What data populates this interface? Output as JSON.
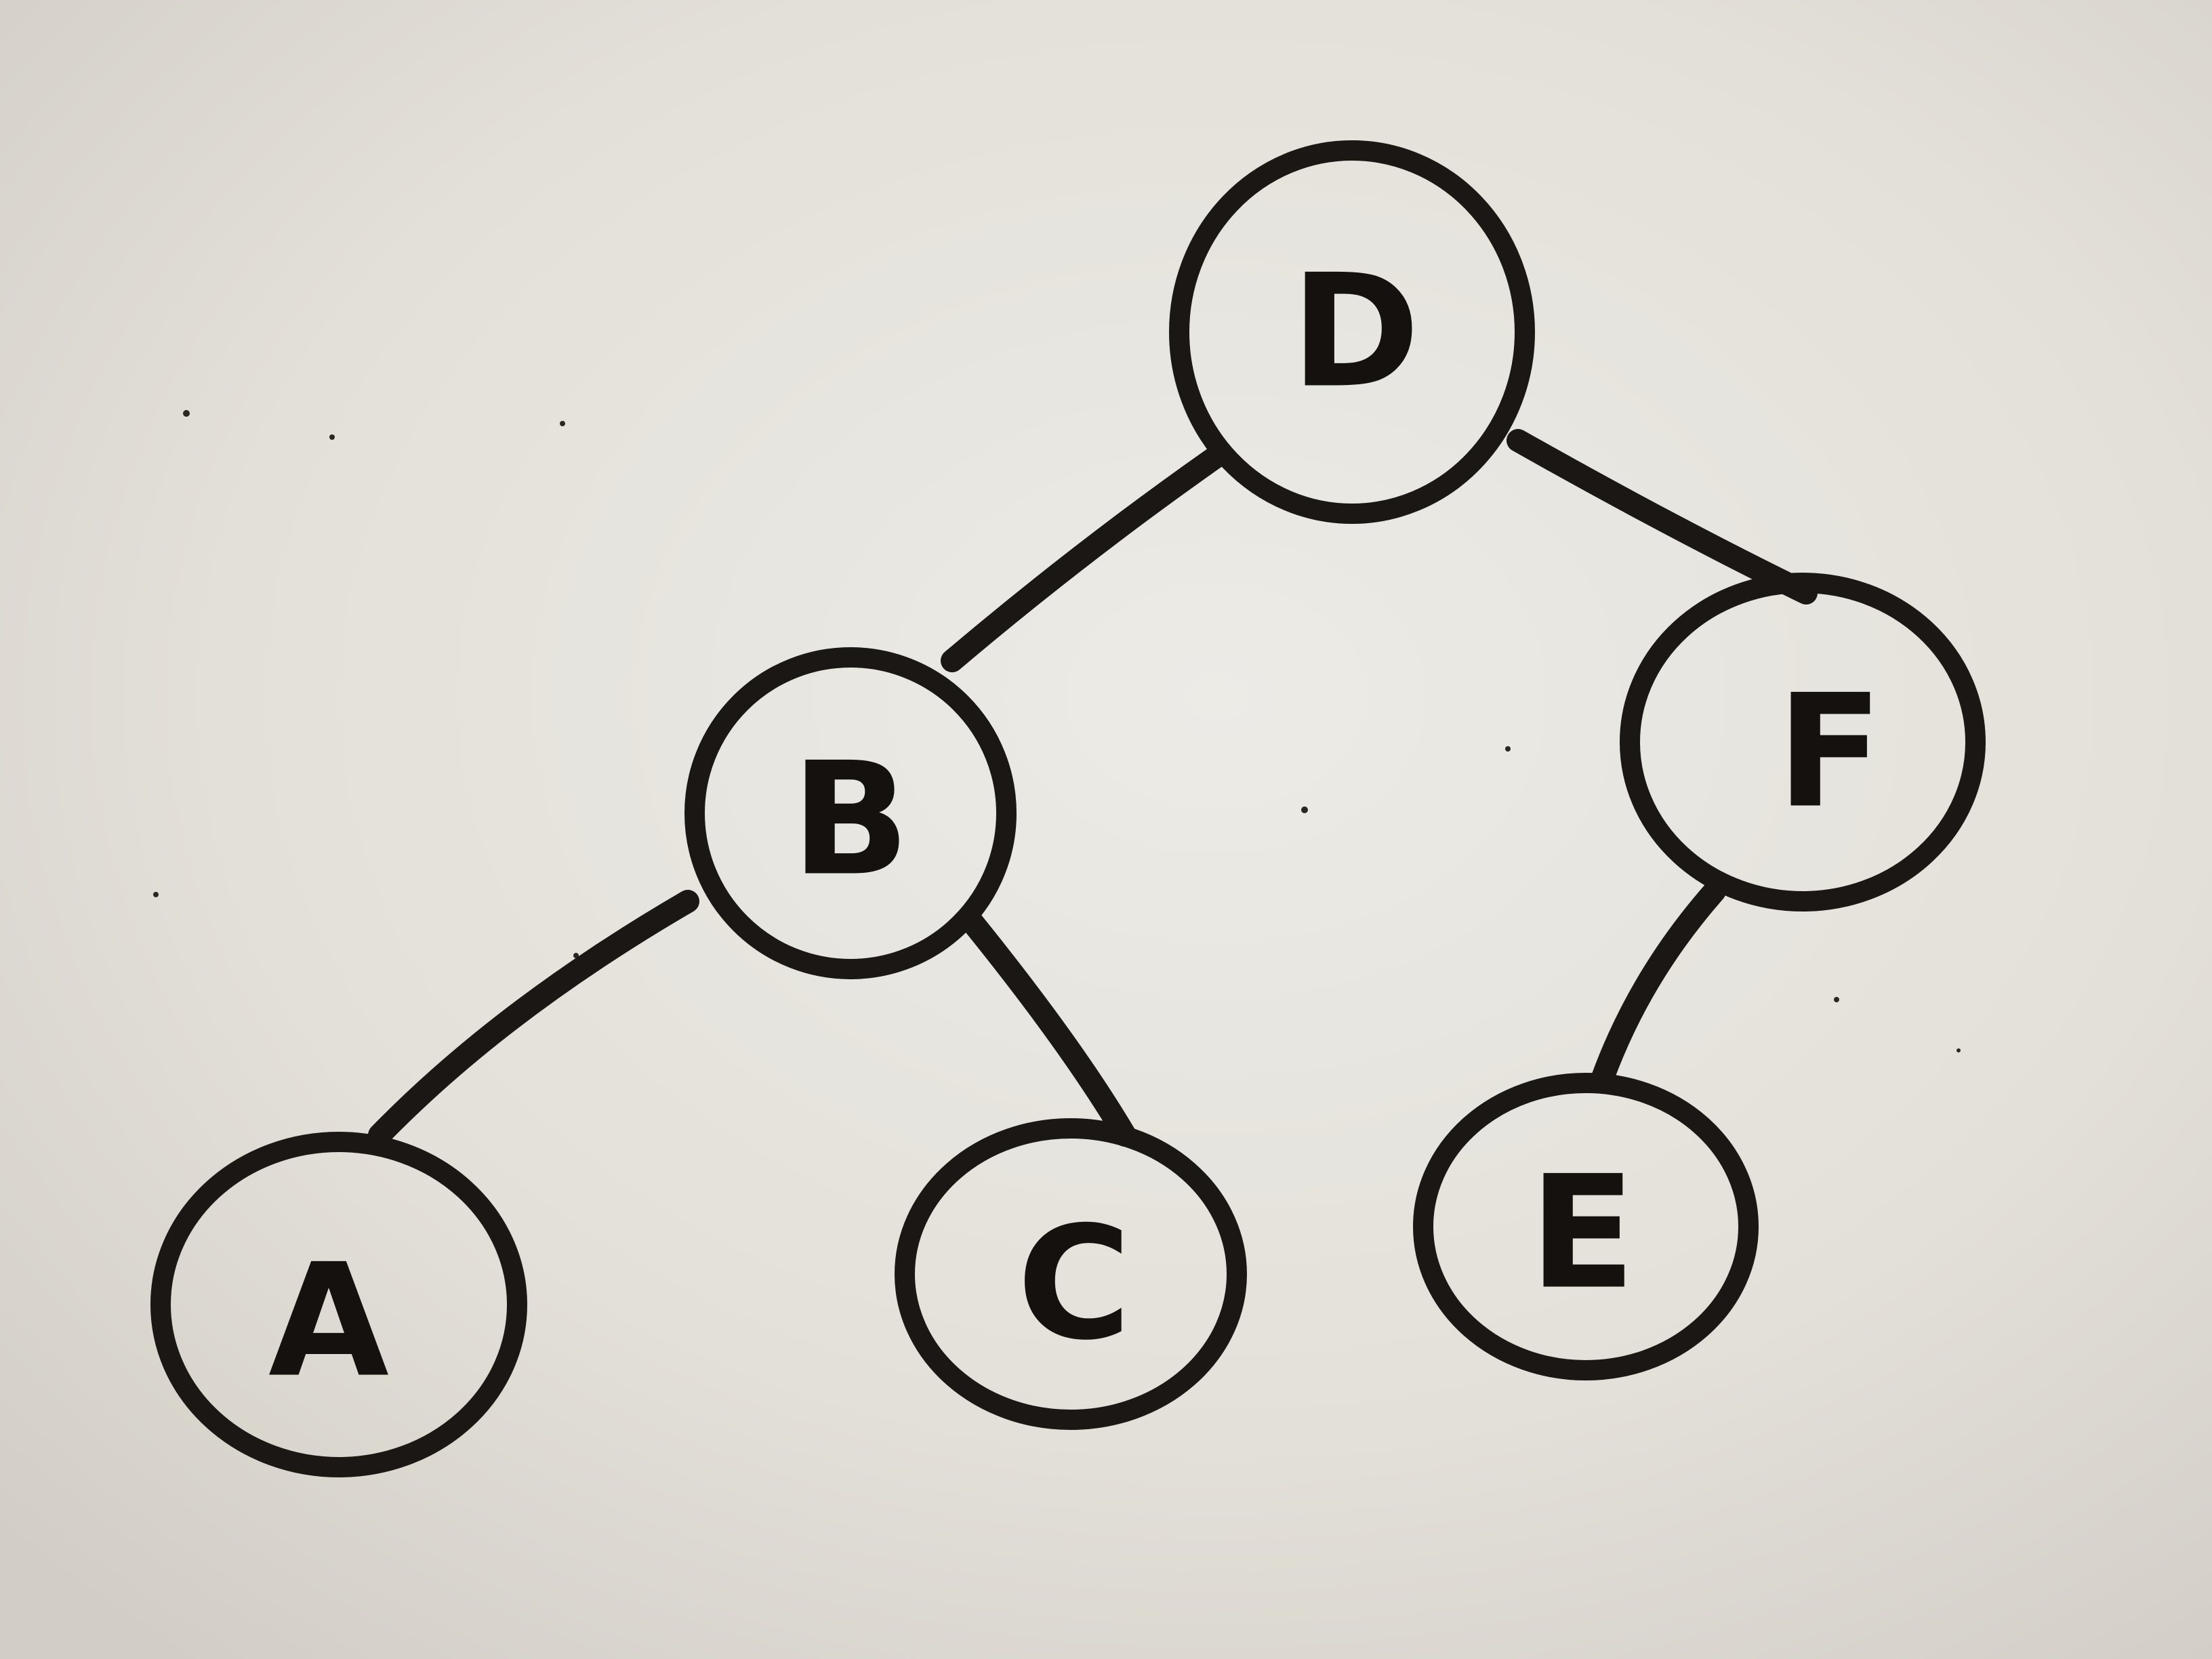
{
  "diagram": {
    "type": "binary-tree",
    "nodes": [
      {
        "id": "D",
        "label": "D"
      },
      {
        "id": "B",
        "label": "B"
      },
      {
        "id": "F",
        "label": "F"
      },
      {
        "id": "A",
        "label": "A"
      },
      {
        "id": "C",
        "label": "C"
      },
      {
        "id": "E",
        "label": "E"
      }
    ],
    "edges": [
      {
        "from": "D",
        "to": "B"
      },
      {
        "from": "D",
        "to": "F"
      },
      {
        "from": "B",
        "to": "A"
      },
      {
        "from": "B",
        "to": "C"
      },
      {
        "from": "F",
        "to": "E"
      }
    ]
  },
  "colors": {
    "ink": "#1a1714",
    "board": "#e6e3dc"
  }
}
